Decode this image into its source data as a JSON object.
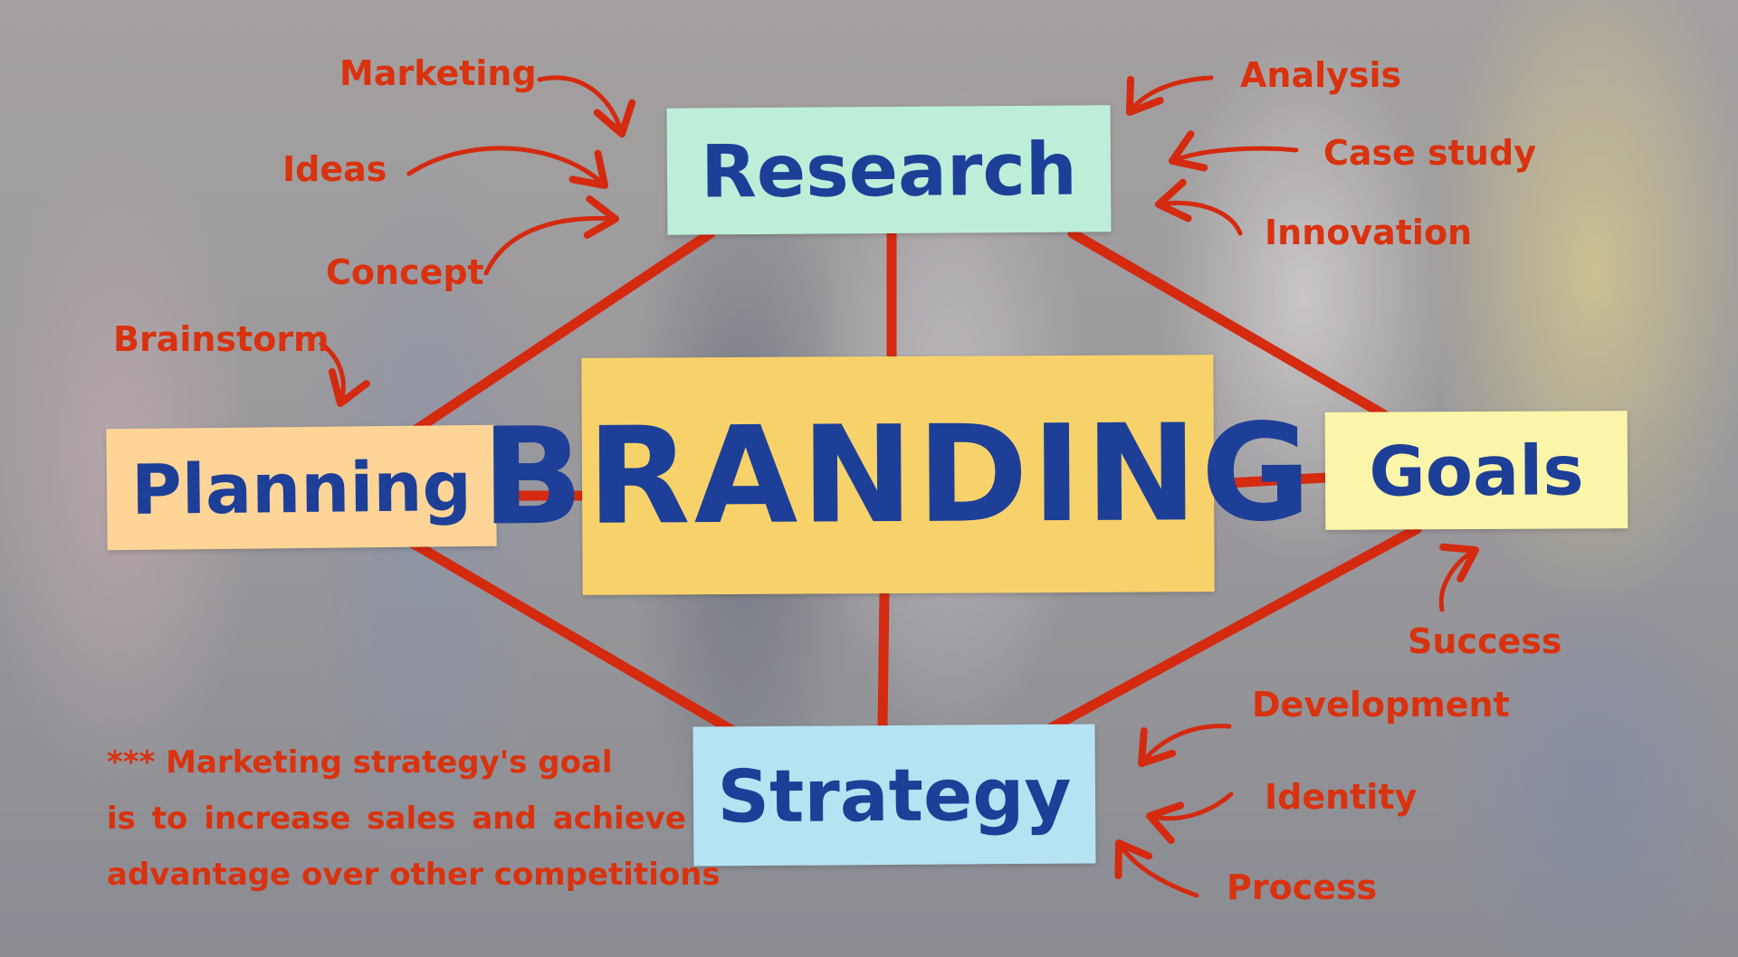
{
  "diagram": {
    "center": "BRANDING",
    "nodes": {
      "research": "Research",
      "planning": "Planning",
      "goals": "Goals",
      "strategy": "Strategy"
    },
    "labels": {
      "marketing": "Marketing",
      "ideas": "Ideas",
      "concept": "Concept",
      "brainstorm": "Brainstorm",
      "analysis": "Analysis",
      "case_study": "Case study",
      "innovation": "Innovation",
      "success": "Success",
      "development": "Development",
      "identity": "Identity",
      "process": "Process"
    },
    "note_lines": [
      "*** Marketing strategy's goal",
      "is to increase sales and achieve",
      "advantage over other competitions"
    ]
  },
  "colors": {
    "connector": "#d42a10",
    "label_text": "#d9320f",
    "box_text": "#1d3f97",
    "branding_box": "#f7d26a",
    "research_box": "#bdeed8",
    "planning_box": "#ffd597",
    "goals_box": "#fbf5a9",
    "strategy_box": "#b6e3f2"
  }
}
